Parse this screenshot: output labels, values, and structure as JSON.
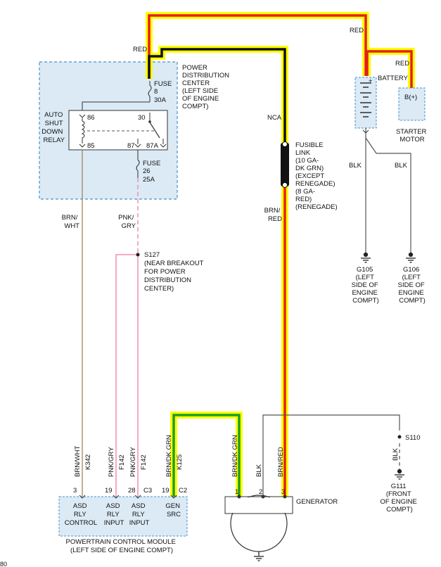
{
  "colors": {
    "red_wire": "#e51e1e",
    "black_wire": "#111111",
    "yellow_highlight": "#ffff00",
    "green_wire": "#1e9e2a",
    "brn_wht_wire": "#a0875a",
    "pink_wire": "#f08fb0",
    "gray_wire": "#555555",
    "pdc_fill": "#dbeaf5",
    "pdc_border": "#4a90c8",
    "pcm_fill": "#dbeaf5"
  },
  "wire_labels": {
    "red_top": "RED",
    "red_pdc": "RED",
    "red_starter": "RED",
    "nca": "NCA",
    "brn_wht": [
      "BRN/",
      "WHT"
    ],
    "pnk_gry": [
      "PNK/",
      "GRY"
    ],
    "brn_red": [
      "BRN/",
      "RED"
    ],
    "blk_g105": "BLK",
    "blk_g106": "BLK",
    "blk_s110": "BLK"
  },
  "pdc": {
    "title": [
      "POWER",
      "DISTRIBUTION",
      "CENTER",
      "(LEFT SIDE",
      "OF ENGINE",
      "COMPT)"
    ],
    "fuse_top": [
      "FUSE",
      "8",
      "30A"
    ],
    "fuse_bottom": [
      "FUSE",
      "26",
      "25A"
    ],
    "relay": {
      "label": [
        "AUTO",
        "SHUT",
        "DOWN",
        "RELAY"
      ],
      "pin_86": "86",
      "pin_85": "85",
      "pin_30": "30",
      "pin_87": "87",
      "pin_87a": "87A"
    }
  },
  "fusible_link": [
    "FUSIBLE",
    "LINK",
    "(10 GA-",
    "DK GRN)",
    "(EXCEPT",
    "RENEGADE)",
    "(8 GA-",
    "RED)",
    "(RENEGADE)"
  ],
  "battery": {
    "label": "BATTERY",
    "plus": "+"
  },
  "starter": {
    "terminal": "B(+)",
    "label": [
      "STARTER",
      "MOTOR"
    ]
  },
  "grounds": {
    "g105": [
      "G105",
      "(LEFT",
      "SIDE OF",
      "ENGINE",
      "COMPT)"
    ],
    "g106": [
      "G106",
      "(LEFT",
      "SIDE OF",
      "ENGINE",
      "COMPT)"
    ],
    "g111": [
      "G111",
      "(FRONT",
      "OF ENGINE",
      "COMPT)"
    ]
  },
  "splice_s127": [
    "S127",
    "(NEAR BREAKOUT",
    "FOR POWER",
    "DISTRIBUTION",
    "CENTER)"
  ],
  "splice_s110": "S110",
  "circuits": {
    "c1": [
      "BRN/WHT",
      "K342"
    ],
    "c2": [
      "PNK/GRY",
      "F142"
    ],
    "c3": [
      "PNK/GRY",
      "F142"
    ],
    "c4": [
      "BRN/DK GRN",
      "K125"
    ],
    "c5": "BRN/DK GRN",
    "c6": "BLK",
    "c7": "BRN/RED"
  },
  "pcm": {
    "pins": [
      "3",
      "19",
      "28",
      "C3",
      "19",
      "C2"
    ],
    "labels": [
      [
        "ASD",
        "RLY",
        "CONTROL"
      ],
      [
        "ASD",
        "RLY",
        "INPUT"
      ],
      [
        "ASD",
        "RLY",
        "INPUT"
      ],
      [
        "GEN",
        "SRC"
      ]
    ],
    "title": [
      "POWERTRAIN CONTROL MODULE",
      "(LEFT SIDE OF ENGINE COMPT)"
    ]
  },
  "generator": {
    "pins": [
      "1",
      "2",
      "3"
    ],
    "label": "GENERATOR"
  },
  "footer": "80"
}
